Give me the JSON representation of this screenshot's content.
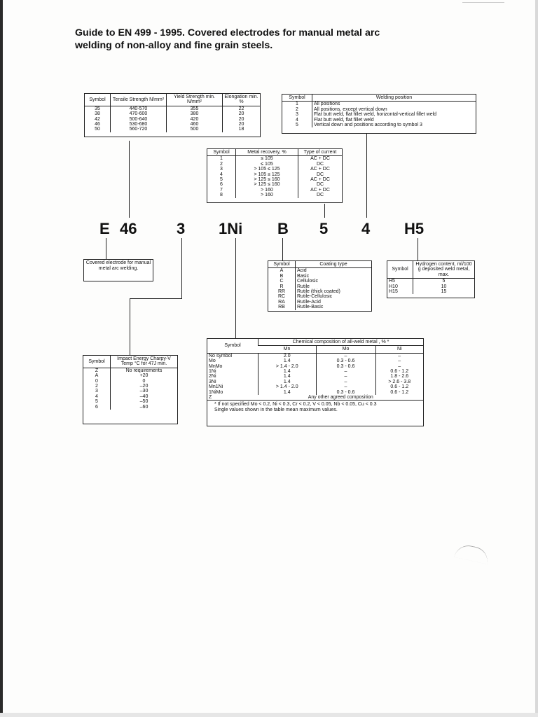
{
  "title": {
    "line1": "Guide to EN 499 - 1995. Covered electrodes for manual metal arc",
    "line2": "welding of non-alloy and fine grain steels."
  },
  "code": [
    "E",
    "46",
    "3",
    "1Ni",
    "B",
    "5",
    "4",
    "H5"
  ],
  "strength": {
    "headers": [
      "Symbol",
      "Tensile Strength N/mm²",
      "Yield Strength min. N/mm²",
      "Elongation min. %"
    ],
    "rows": [
      [
        "35",
        "440-570",
        "355",
        "22"
      ],
      [
        "38",
        "470-600",
        "380",
        "20"
      ],
      [
        "42",
        "500-640",
        "420",
        "20"
      ],
      [
        "46",
        "530-680",
        "460",
        "20"
      ],
      [
        "50",
        "560-720",
        "500",
        "18"
      ]
    ]
  },
  "position": {
    "headers": [
      "Symbol",
      "Welding position"
    ],
    "rows": [
      [
        "1",
        "All positions"
      ],
      [
        "2",
        "All positions, except vertical down"
      ],
      [
        "3",
        "Flat butt weld, flat fillet weld, horizontal-vertical fillet weld"
      ],
      [
        "4",
        "Flat butt weld, flat fillet weld"
      ],
      [
        "5",
        "Vertical down and positions according to symbol 3"
      ]
    ]
  },
  "recovery": {
    "headers": [
      "Symbol",
      "Metal recovery, %",
      "Type of current"
    ],
    "rows": [
      [
        "1",
        "≤ 105",
        "AC + DC"
      ],
      [
        "2",
        "≤ 105",
        "DC"
      ],
      [
        "3",
        "> 105 ≤ 125",
        "AC + DC"
      ],
      [
        "4",
        "> 105 ≤ 125",
        "DC"
      ],
      [
        "5",
        "> 125 ≤ 160",
        "AC + DC"
      ],
      [
        "6",
        "> 125 ≤ 160",
        "DC"
      ],
      [
        "7",
        "> 160",
        "AC + DC"
      ],
      [
        "8",
        "> 160",
        "DC"
      ]
    ]
  },
  "covered": {
    "text": "Covered electrode for manual metal arc welding."
  },
  "coating": {
    "headers": [
      "Symbol",
      "Coating type"
    ],
    "rows": [
      [
        "A",
        "Acid"
      ],
      [
        "B",
        "Basic"
      ],
      [
        "C",
        "Cellulosic"
      ],
      [
        "R",
        "Rutile"
      ],
      [
        "RR",
        "Rutile (thick coated)"
      ],
      [
        "RC",
        "Rutile-Cellulosic"
      ],
      [
        "RA",
        "Rutile-Acid"
      ],
      [
        "RB",
        "Rutile-Basic"
      ]
    ]
  },
  "hydrogen": {
    "headers": [
      "Symbol",
      "Hydrogen content, ml/100 g deposited weld metal, max."
    ],
    "rows": [
      [
        "H5",
        "5"
      ],
      [
        "H10",
        "10"
      ],
      [
        "H15",
        "15"
      ]
    ]
  },
  "impact": {
    "headers": [
      "Symbol",
      "Impact Energy Charpy-V Temp °C for 47J min."
    ],
    "rows": [
      [
        "Z",
        "No requirements"
      ],
      [
        "A",
        "+20"
      ],
      [
        "0",
        "0"
      ],
      [
        "2",
        "–20"
      ],
      [
        "3",
        "–30"
      ],
      [
        "4",
        "–40"
      ],
      [
        "5",
        "–50"
      ],
      [
        "6",
        "–60"
      ]
    ]
  },
  "chem": {
    "header_symbol": "Symbol",
    "header_main": "Chemical composition of all-weld metal , % *",
    "sub_headers": [
      "Mn",
      "Mo",
      "Ni"
    ],
    "rows": [
      [
        "No symbol",
        "2.0",
        "–",
        "–"
      ],
      [
        "Mo",
        "1.4",
        "0.3 - 0.6",
        "–"
      ],
      [
        "MnMo",
        "> 1.4 - 2.0",
        "0.3 - 0.6",
        "–"
      ],
      [
        "1Ni",
        "1.4",
        "–",
        "0.6 - 1.2"
      ],
      [
        "2Ni",
        "1.4",
        "–",
        "1.8 - 2.6"
      ],
      [
        "3Ni",
        "1.4",
        "–",
        "> 2.6 - 3.8"
      ],
      [
        "Mn1Ni",
        "> 1.4 - 2.0",
        "–",
        "0.6 - 1.2"
      ],
      [
        "1NiMo",
        "1.4",
        "0.3 - 0.6",
        "0.6 - 1.2"
      ]
    ],
    "z_symbol": "Z",
    "z_text": "Any other agreed composition",
    "footnote1": "* If not specified Mo < 0.2, Ni < 0.3, Cr < 0.2, V < 0.05, Nb < 0.05, Cu < 0.3",
    "footnote2": "Single values shown in the table mean maximum values."
  }
}
